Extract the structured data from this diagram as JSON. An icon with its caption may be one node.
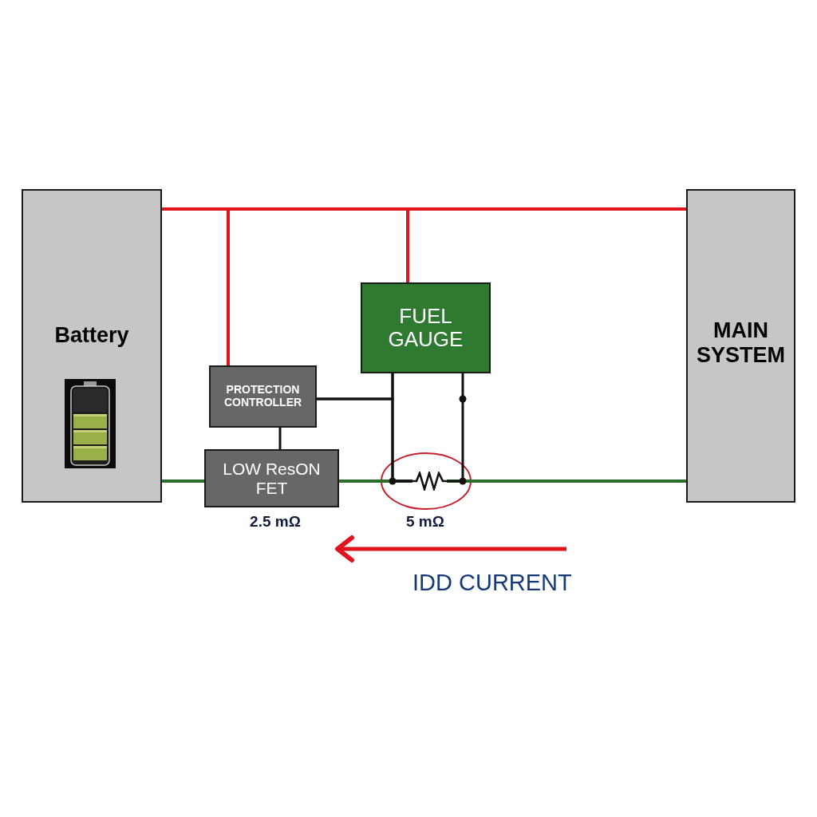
{
  "diagram": {
    "nodes": [
      {
        "text": [
          "Battery"
        ]
      },
      {
        "text": [
          "MAIN SYSTEM"
        ]
      },
      {
        "text": [
          "FUEL GAUGE"
        ]
      },
      {
        "text": [
          "PROTECTION CONTROLLER"
        ]
      },
      {
        "text": [
          "LOW ResON FET"
        ],
        "beside": [
          "2.5 mΩ"
        ]
      },
      {
        "text": [],
        "shape": "resistor",
        "beside": [
          "5 mΩ"
        ]
      }
    ],
    "edges": [
      {
        "from": 0,
        "to": 1,
        "arrow": "none",
        "color": "#e0141c"
      },
      {
        "from": 0,
        "to": 3,
        "arrow": "none",
        "color": "#e0141c"
      },
      {
        "from": 0,
        "to": 2,
        "arrow": "none",
        "color": "#e0141c"
      },
      {
        "from": 0,
        "to": 4,
        "arrow": "none",
        "color": "#2b6e2b"
      },
      {
        "from": 4,
        "to": 5,
        "arrow": "none",
        "color": "#2b6e2b"
      },
      {
        "from": 5,
        "to": 1,
        "arrow": "none",
        "color": "#2b6e2b"
      },
      {
        "from": 3,
        "to": 4,
        "arrow": "none"
      },
      {
        "from": 3,
        "to": 2,
        "arrow": "none"
      },
      {
        "from": 3,
        "to": 5,
        "arrow": "none"
      },
      {
        "from": 2,
        "to": 5,
        "arrow": "none"
      },
      {
        "from": 2,
        "to": 5,
        "arrow": "none"
      }
    ],
    "labels": [
      "IDD CURRENT"
    ]
  }
}
